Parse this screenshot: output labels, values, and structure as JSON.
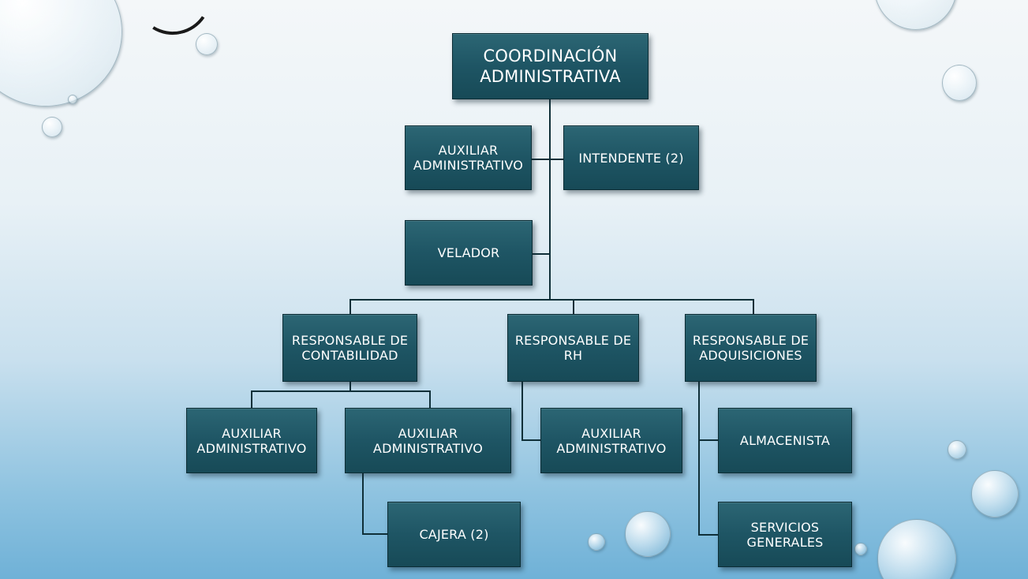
{
  "org_chart": {
    "nodes": {
      "coordinacion": "COORDINACIÓN\nADMINISTRATIVA",
      "auxiliar_top": "AUXILIAR\nADMINISTRATIVO",
      "intendente": "INTENDENTE (2)",
      "velador": "VELADOR",
      "resp_contabilidad": "RESPONSABLE DE\nCONTABILIDAD",
      "resp_rh": "RESPONSABLE DE\nRH",
      "resp_adquisiciones": "RESPONSABLE DE\nADQUISICIONES",
      "aux_contabilidad_1": "AUXILIAR\nADMINISTRATIVO",
      "aux_contabilidad_2": "AUXILIAR\nADMINISTRATIVO",
      "cajera": "CAJERA (2)",
      "aux_rh": "AUXILIAR\nADMINISTRATIVO",
      "almacenista": "ALMACENISTA",
      "servicios_generales": "SERVICIOS\nGENERALES"
    },
    "colors": {
      "box_fill": "#1e5564",
      "box_border": "#0c2d35",
      "connector": "#0f2f38",
      "text": "#ffffff"
    }
  }
}
